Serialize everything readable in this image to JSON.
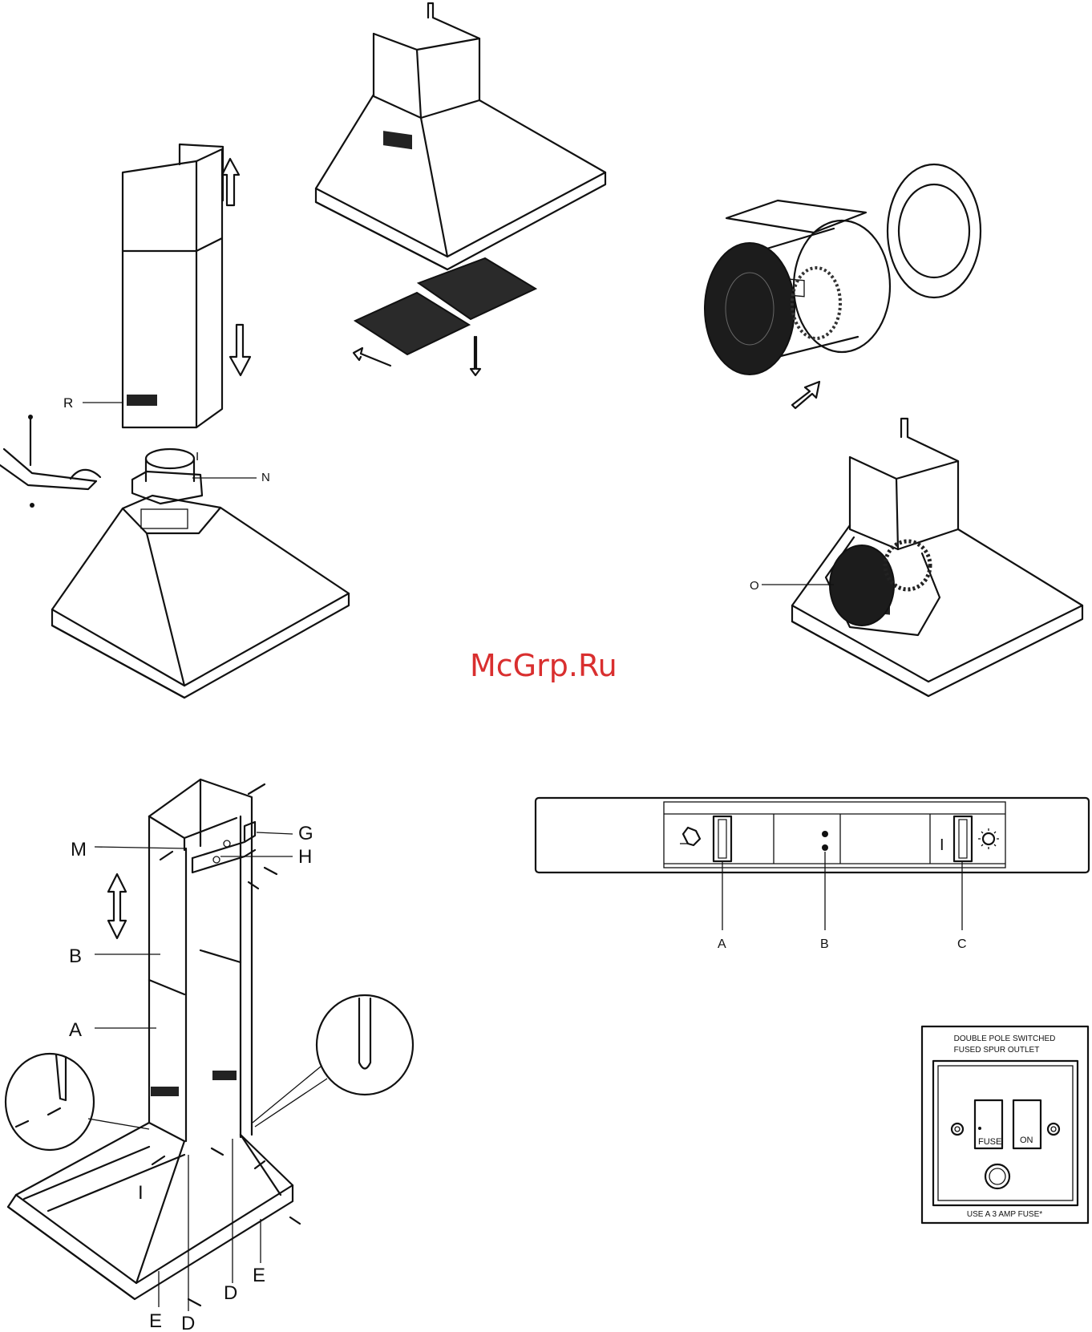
{
  "watermark": {
    "text": "McGrp.Ru",
    "color": "#d92f2f"
  },
  "chimney_install": {
    "labels": {
      "r": "R",
      "i": "I",
      "n": "N"
    }
  },
  "motor_fitted": {
    "labels": {
      "o": "O"
    }
  },
  "island_frame": {
    "labels": {
      "m": "M",
      "g": "G",
      "h": "H",
      "b": "B",
      "a": "A",
      "i": "I",
      "d1": "D",
      "d2": "D",
      "e1": "E",
      "e2": "E"
    }
  },
  "control_panel": {
    "labels": {
      "a": "A",
      "b": "B",
      "c": "C"
    },
    "fan_icon": "fan-icon",
    "light_icon": "light-bulb-icon",
    "light_switch_mark": "I"
  },
  "spur_outlet": {
    "title_line1": "DOUBLE POLE SWITCHED",
    "title_line2": "FUSED SPUR OUTLET",
    "fuse_label": "FUSE",
    "on_label": "ON",
    "footer": "USE A 3 AMP FUSE*"
  }
}
